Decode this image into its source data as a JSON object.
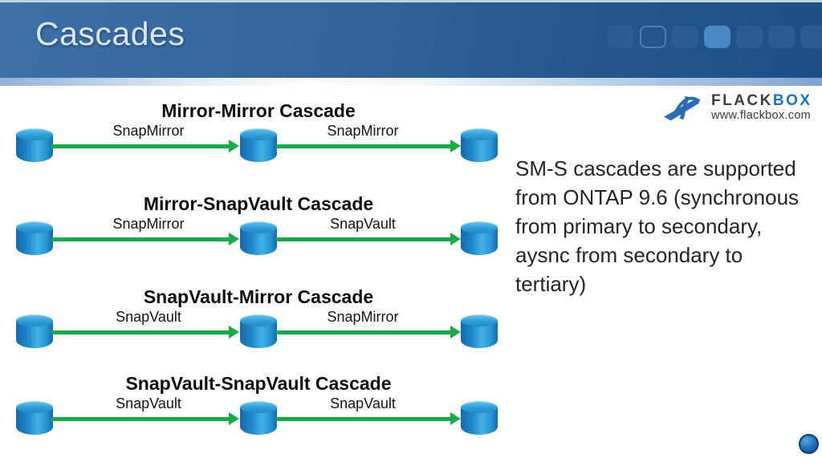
{
  "slide": {
    "title": "Cascades"
  },
  "header": {
    "decor_squares": [
      "filled",
      "outline",
      "filled",
      "light",
      "filled",
      "filled",
      "filled"
    ]
  },
  "logo": {
    "icon": "flackbox-swoosh-icon",
    "name_flack": "FLACK",
    "name_box": "BOX",
    "url": "www.flackbox.com"
  },
  "sections": [
    {
      "title": "Mirror-Mirror Cascade",
      "arrow1_label": "SnapMirror",
      "arrow2_label": "SnapMirror"
    },
    {
      "title": "Mirror-SnapVault Cascade",
      "arrow1_label": "SnapMirror",
      "arrow2_label": "SnapVault"
    },
    {
      "title": "SnapVault-Mirror Cascade",
      "arrow1_label": "SnapVault",
      "arrow2_label": "SnapMirror"
    },
    {
      "title": "SnapVault-SnapVault Cascade",
      "arrow1_label": "SnapVault",
      "arrow2_label": "SnapVault"
    }
  ],
  "note": {
    "text": "SM-S cascades are supported from ONTAP 9.6 (synchronous from primary to secondary, aysnc from secondary to tertiary)",
    "lines": [
      "SM-S cascades are supported",
      "from ONTAP 9.6 (synchronous",
      "from primary to secondary,",
      "aysnc from secondary to",
      "tertiary)"
    ]
  },
  "colors": {
    "arrow_green": "#18a94b",
    "cylinder_dark": "#1568ae",
    "cylinder_light": "#41b1e6",
    "header_blue_light": "#3a6da5",
    "header_blue_dark": "#1d4d87",
    "logo_blue": "#1c75bc",
    "logo_dark": "#3f3f41",
    "nav_dot_blue": "#1c69b3"
  }
}
